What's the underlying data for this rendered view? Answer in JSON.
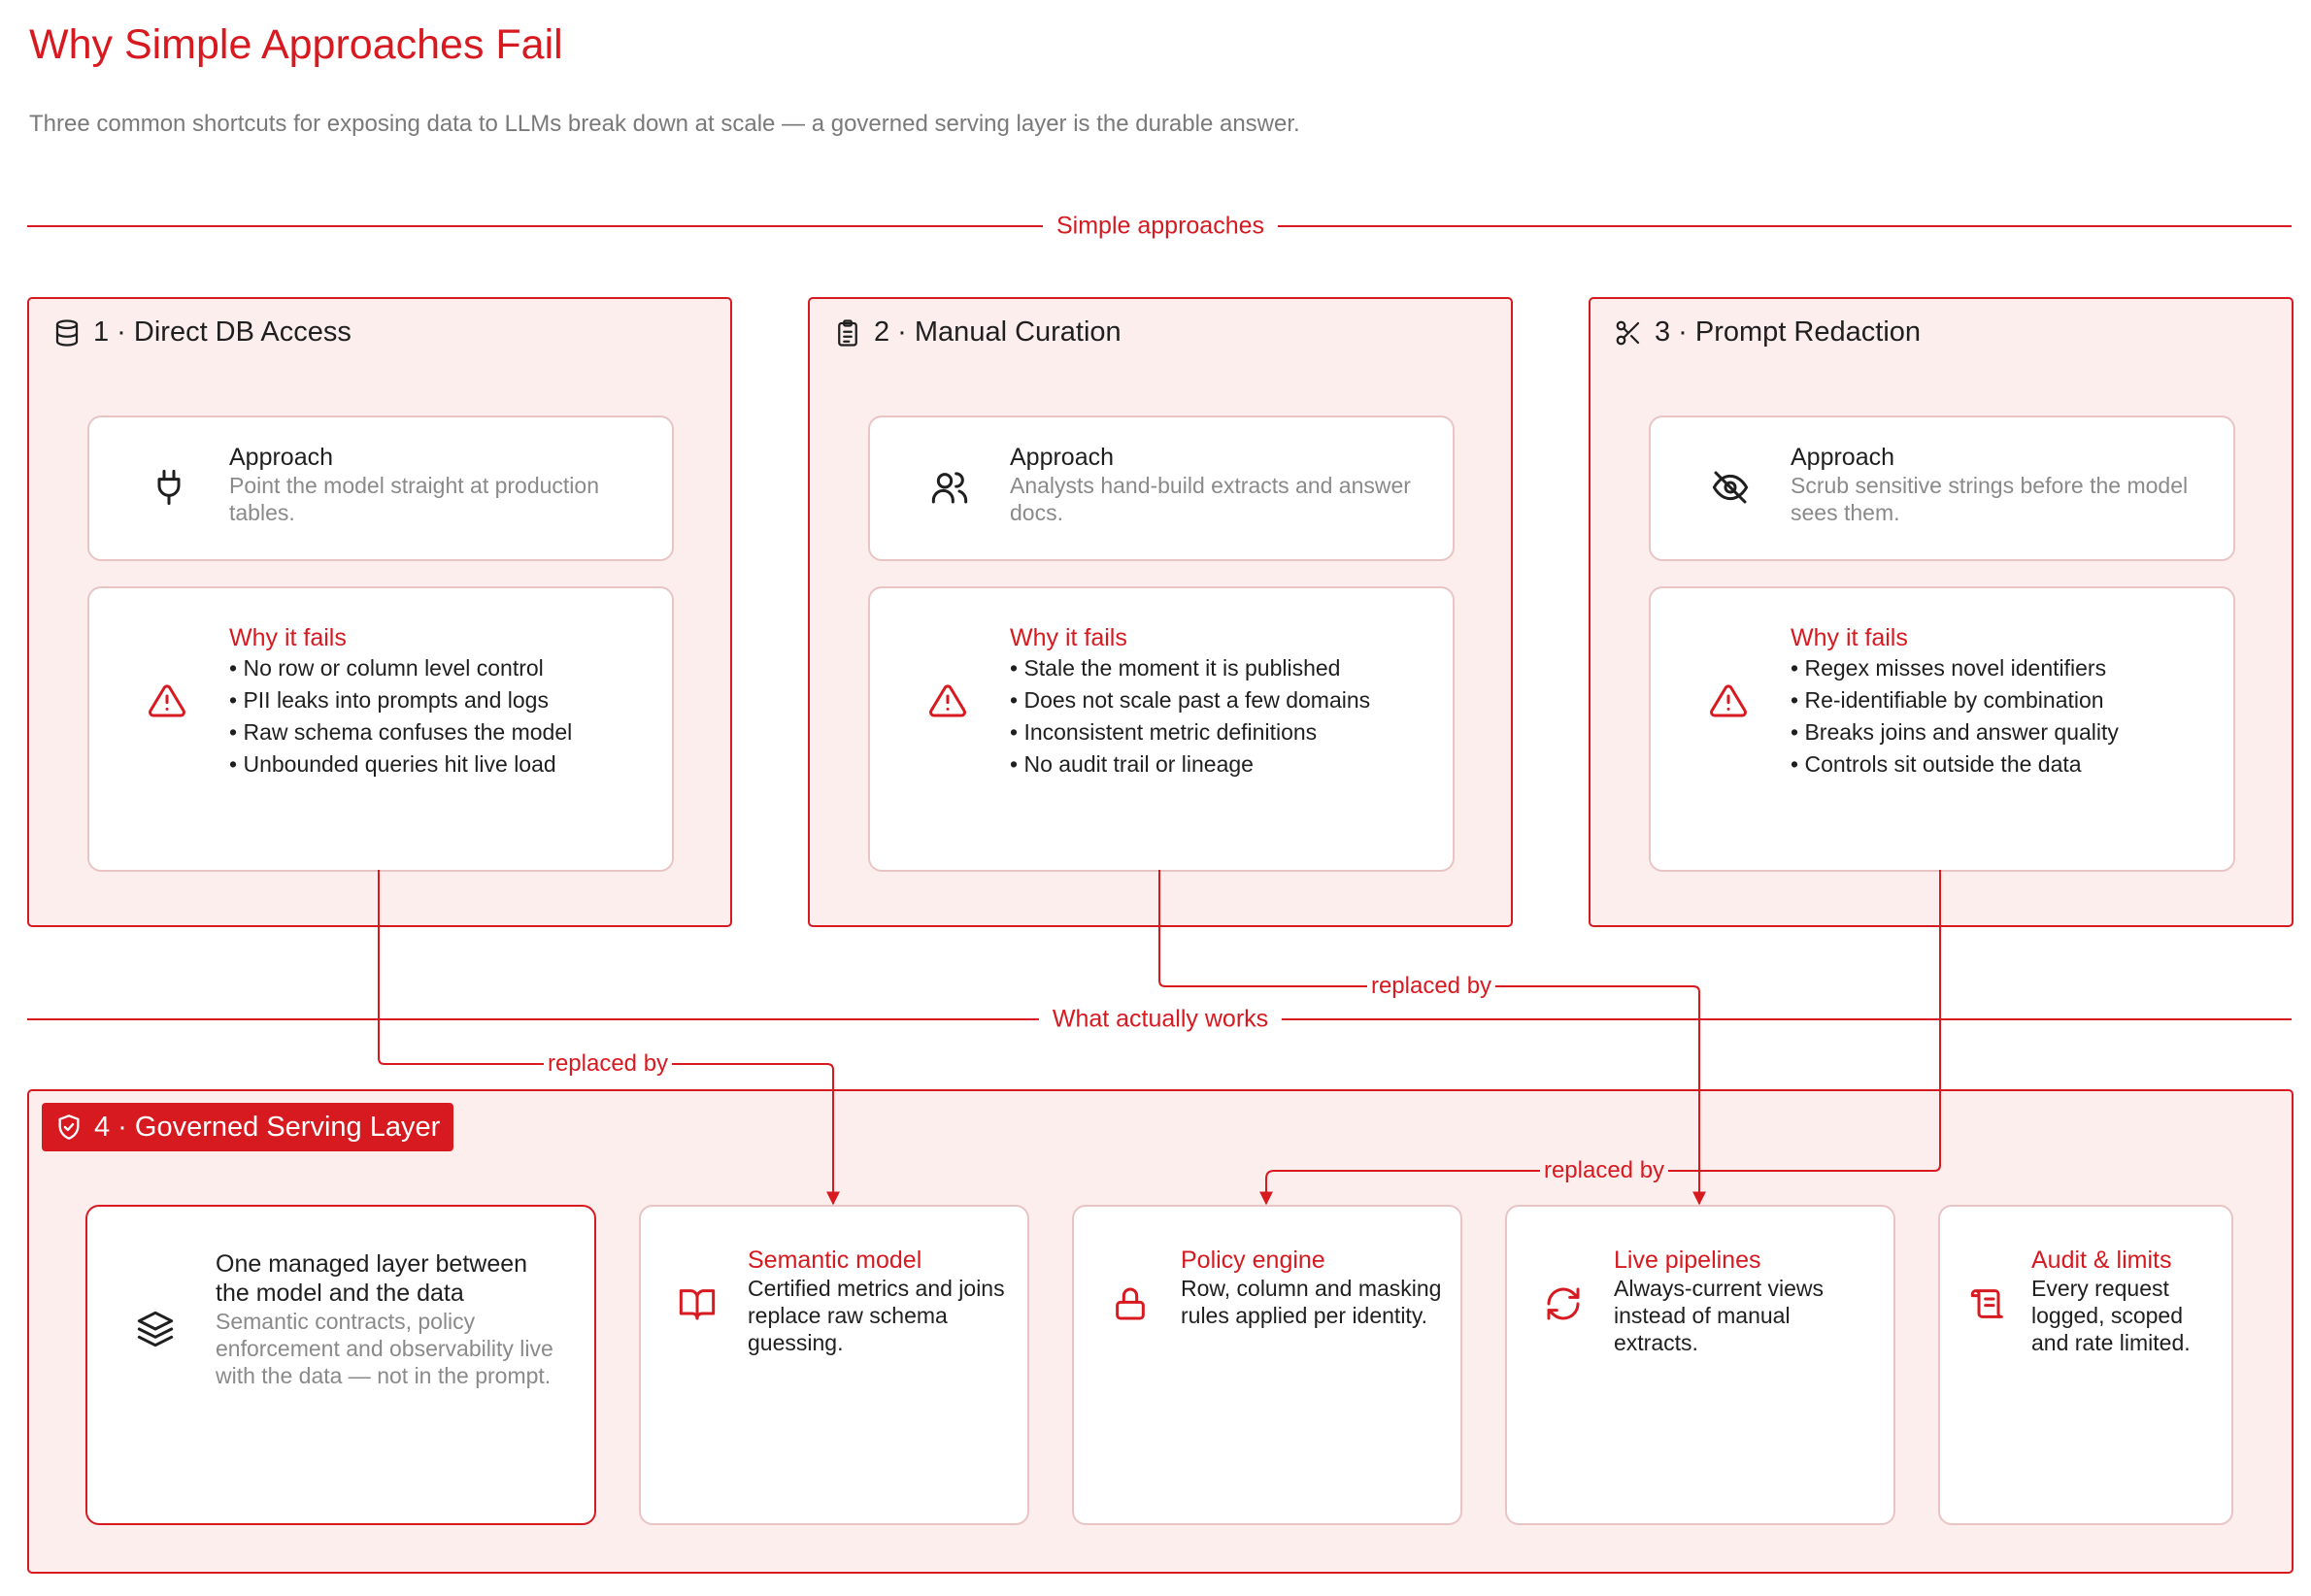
{
  "header": {
    "title": "Why Simple Approaches Fail",
    "subtitle": "Three common shortcuts for exposing data to LLMs break down at scale — a governed serving layer is the durable answer."
  },
  "sections": {
    "simple": "Simple approaches",
    "works": "What actually works"
  },
  "approaches": [
    {
      "heading": "1 · Direct DB Access",
      "heading_icon": "database-icon",
      "approach_title": "Approach",
      "approach_text": "Point the model straight at production tables.",
      "approach_icon": "plug-icon",
      "fail_title": "Why it fails",
      "fail_icon": "warning-icon",
      "fails": [
        "No row or column level control",
        "PII leaks into prompts and logs",
        "Raw schema confuses the model",
        "Unbounded queries hit live load"
      ]
    },
    {
      "heading": "2 · Manual Curation",
      "heading_icon": "clipboard-list-icon",
      "approach_title": "Approach",
      "approach_text": "Analysts hand-build extracts and answer docs.",
      "approach_icon": "users-icon",
      "fail_title": "Why it fails",
      "fail_icon": "warning-icon",
      "fails": [
        "Stale the moment it is published",
        "Does not scale past a few domains",
        "Inconsistent metric definitions",
        "No audit trail or lineage"
      ]
    },
    {
      "heading": "3 · Prompt Redaction",
      "heading_icon": "scissors-icon",
      "approach_title": "Approach",
      "approach_text": "Scrub sensitive strings before the model sees them.",
      "approach_icon": "eye-off-icon",
      "fail_title": "Why it fails",
      "fail_icon": "warning-icon",
      "fails": [
        "Regex misses novel identifiers",
        "Re-identifiable by combination",
        "Breaks joins and answer quality",
        "Controls sit outside the data"
      ]
    }
  ],
  "governed": {
    "badge": "4 · Governed Serving Layer",
    "badge_icon": "shield-check-icon",
    "lead": {
      "title": "One managed layer between the model and the data",
      "text": "Semantic contracts, policy enforcement and observability live with the data — not in the prompt.",
      "icon": "layers-icon"
    },
    "features": [
      {
        "title": "Semantic model",
        "text": "Certified metrics and joins replace raw schema guessing.",
        "icon": "book-open-icon"
      },
      {
        "title": "Policy engine",
        "text": "Row, column and masking rules applied per identity.",
        "icon": "lock-icon"
      },
      {
        "title": "Live pipelines",
        "text": "Always-current views instead of manual extracts.",
        "icon": "refresh-icon"
      },
      {
        "title": "Audit & limits",
        "text": "Every request logged, scoped and rate limited.",
        "icon": "scroll-icon"
      }
    ]
  },
  "connectors": [
    {
      "label": "replaced by",
      "from": "1 · Direct DB Access",
      "to": "Semantic model"
    },
    {
      "label": "replaced by",
      "from": "2 · Manual Curation",
      "to": "Live pipelines"
    },
    {
      "label": "replaced by",
      "from": "3 · Prompt Redaction",
      "to": "Policy engine"
    }
  ],
  "colors": {
    "accent": "#d71920",
    "panel_fill": "#fdeeee",
    "card_border": "#e9c4c4",
    "muted_text": "#8a8a8a"
  }
}
